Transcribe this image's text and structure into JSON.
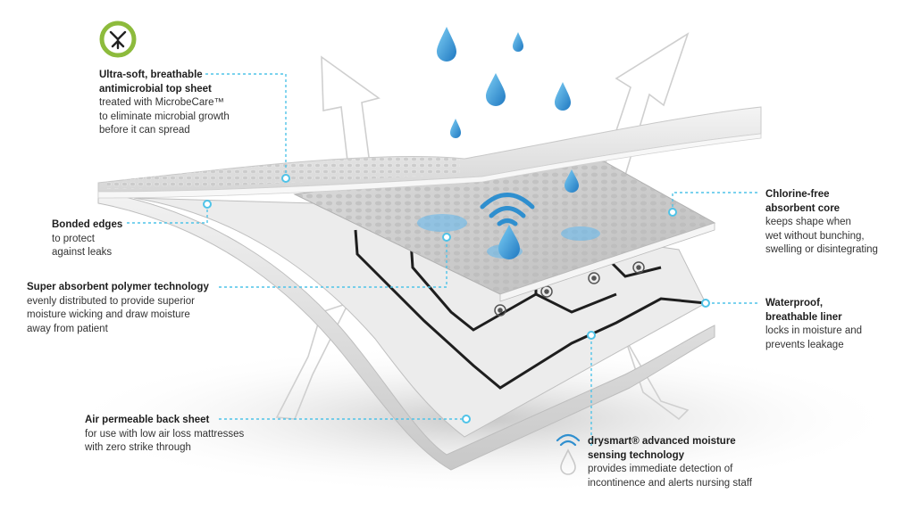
{
  "callouts": {
    "top_sheet": {
      "title_line1": "Ultra-soft, breathable",
      "title_line2": "antimicrobial top sheet",
      "desc_line1": "treated with MicrobeCare™",
      "desc_line2": "to eliminate microbial growth",
      "desc_line3": "before it can spread"
    },
    "bonded_edges": {
      "title": "Bonded edges",
      "desc_line1": "to protect",
      "desc_line2": "against leaks"
    },
    "super_absorbent": {
      "title": "Super absorbent polymer technology",
      "desc_line1": "evenly distributed to provide superior",
      "desc_line2": "moisture wicking and draw moisture",
      "desc_line3": "away from patient"
    },
    "back_sheet": {
      "title": "Air permeable back sheet",
      "desc_line1": "for use with low air loss mattresses",
      "desc_line2": "with zero strike through"
    },
    "absorbent_core": {
      "title_line1": "Chlorine-free",
      "title_line2": "absorbent core",
      "desc_line1": "keeps shape when",
      "desc_line2": "wet without bunching,",
      "desc_line3": "swelling or disintegrating"
    },
    "waterproof_liner": {
      "title_line1": "Waterproof,",
      "title_line2": "breathable liner",
      "desc_line1": "locks in moisture and",
      "desc_line2": "prevents leakage"
    },
    "drysmart": {
      "title_line1": "drysmart® advanced moisture",
      "title_line2": "sensing technology",
      "desc_line1": "provides immediate detection of",
      "desc_line2": "incontinence and alerts nursing staff"
    }
  },
  "colors": {
    "accent": "#4fc3e8",
    "drop": "#3a9fd8",
    "logo_ring": "#8dbb3c",
    "text_dark": "#1e1e1e",
    "text": "#333333"
  },
  "icons": [
    "microbecare-logo-icon",
    "water-drop-icon",
    "wifi-signal-icon",
    "air-arrow-icon"
  ]
}
